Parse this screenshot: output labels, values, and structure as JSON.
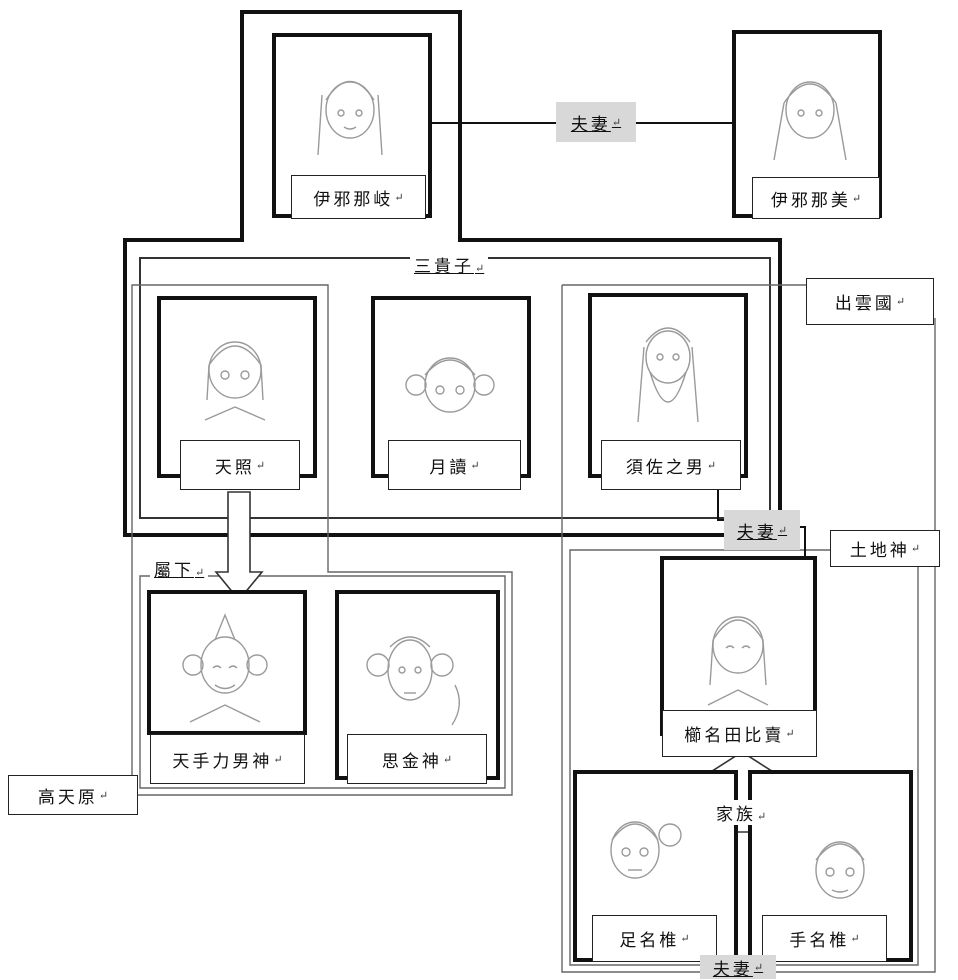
{
  "relations": {
    "spouse_top": "夫妻",
    "spouse_mid": "夫妻",
    "spouse_bottom": "夫妻",
    "three_nobles": "三貴子",
    "subordinates": "屬下",
    "family": "家族"
  },
  "regions": {
    "izumo": "出雲國",
    "local_god": "土地神",
    "takamagahara": "高天原"
  },
  "characters": {
    "izanagi": "伊邪那岐",
    "izanami": "伊邪那美",
    "amaterasu": "天照",
    "tsukuyomi": "月讀",
    "susanoo": "須佐之男",
    "kushinada": "櫛名田比賣",
    "tajikarao": "天手力男神",
    "omoikane": "思金神",
    "ashinazuchi": "足名椎",
    "tenazuchi": "手名椎"
  },
  "return_mark": "↵",
  "colors": {
    "line": "#111111",
    "highlight": "#d8d8d8",
    "sketch": "#9a9a9a"
  }
}
